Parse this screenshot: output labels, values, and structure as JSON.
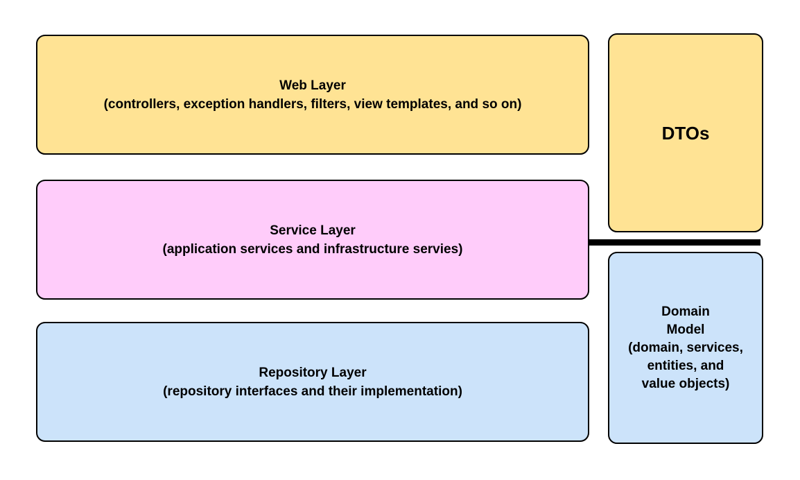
{
  "colors": {
    "yellow_fill": "#ffe394",
    "pink_fill": "#ffccfa",
    "blue_fill": "#cce3fa",
    "border": "#000000",
    "divider": "#000000",
    "text": "#000000",
    "background": "#ffffff"
  },
  "boxes": {
    "web_layer": {
      "title": "Web Layer",
      "subtitle": "(controllers, exception handlers, filters, view templates, and so on)"
    },
    "service_layer": {
      "title": "Service Layer",
      "subtitle": "(application services and infrastructure servies)"
    },
    "repository_layer": {
      "title": "Repository Layer",
      "subtitle": "(repository interfaces and their implementation)"
    },
    "dtos": {
      "title": "DTOs"
    },
    "domain_model": {
      "lines": [
        "Domain",
        "Model",
        "(domain, services,",
        "entities, and",
        "value objects)"
      ]
    }
  }
}
